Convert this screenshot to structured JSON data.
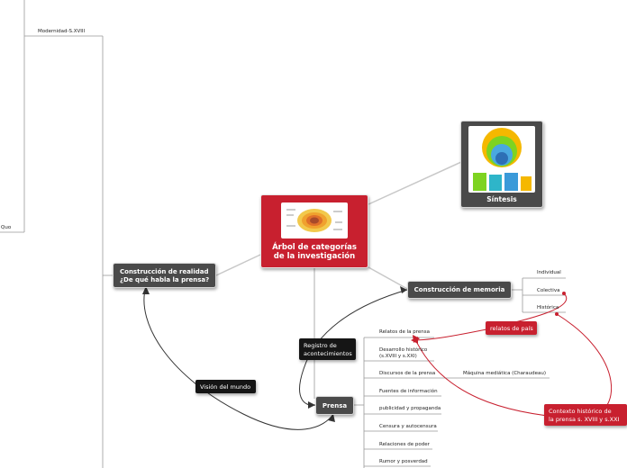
{
  "central": {
    "line1": "Árbol de categorías",
    "line2": "de la investigación"
  },
  "sintesis": {
    "label": "Síntesis"
  },
  "construccion_realidad": {
    "line1": "Construcción de realidad",
    "line2": "¿De qué habla la prensa?"
  },
  "construccion_memoria": {
    "label": "Construcción de memoria"
  },
  "memoria_children": [
    "Individual",
    "Colectiva",
    "Histórica"
  ],
  "prensa": {
    "label": "Prensa"
  },
  "prensa_children": [
    "Relatos  de la prensa",
    "Desarrollo histórico",
    "(s.XVIII y s.XXI)",
    "Discursos de la prensa",
    "Fuentes de información",
    "publicidad y propaganda",
    "Censura y autocensura",
    "Relaciones de poder",
    "Rumor y posverdad"
  ],
  "maquina_mediatica": "Máquina mediática (Charaudeau)",
  "registro": {
    "line1": "Registro de",
    "line2": "acontecimientos"
  },
  "vision_mundo": "Visión del mundo",
  "relatos_pais": "relatos de país",
  "contexto": {
    "line1": "Contexto histórico de",
    "line2": "la prensa s. XVIII y s.XXI"
  },
  "left_labels": {
    "modernidad": "Modernidad-S.XVIII",
    "quo": "Quo"
  },
  "colors": {
    "red": "#c8202f",
    "dark": "#4a4a4a",
    "black": "#151515",
    "line": "#999999"
  }
}
